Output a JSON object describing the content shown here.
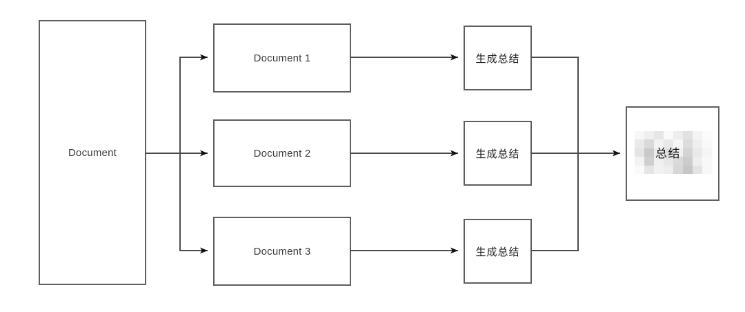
{
  "diagram": {
    "title": "Document map-reduce summarization flow",
    "background_color": "#ffffff",
    "line_color": "#4a4a4a",
    "box_stroke_color": "#5e5e5e",
    "box_fill_color": "#ffffff",
    "text_color": "#3c3c3c"
  },
  "nodes": {
    "source": {
      "label": "Document"
    },
    "chunks": [
      {
        "label": "Document 1"
      },
      {
        "label": "Document 2"
      },
      {
        "label": "Document 3"
      }
    ],
    "summarizers": [
      {
        "label": "生成总结"
      },
      {
        "label": "生成总结"
      },
      {
        "label": "生成总结"
      }
    ],
    "final": {
      "label": "总结",
      "redacted": true,
      "mosaic_colors": [
        "#f7f7f7",
        "#efefef",
        "#e6e6e6",
        "#fafafa",
        "#ededed",
        "#e2e2e2",
        "#f4f4f4",
        "#fbfbfb",
        "#eaeaea",
        "#d9d9d9",
        "#f2f2f2",
        "#e8e8e8",
        "#f6f6f6",
        "#dcdcdc",
        "#efefef",
        "#f9f9f9",
        "#e4e4e4",
        "#c9c9c9",
        "#ececec",
        "#e0e0e0",
        "#f1f1f1",
        "#d4d4d4",
        "#e9e9e9",
        "#f5f5f5",
        "#f3f3f3",
        "#cfcfcf",
        "#f0f0f0",
        "#e7e7e7",
        "#dadada",
        "#cccccc",
        "#eeeeee",
        "#f8f8f8",
        "#fafafa",
        "#e5e5e5",
        "#f2f2f2",
        "#ededed",
        "#d7d7d7",
        "#c6c6c6",
        "#e3e3e3",
        "#f7f7f7"
      ]
    }
  }
}
